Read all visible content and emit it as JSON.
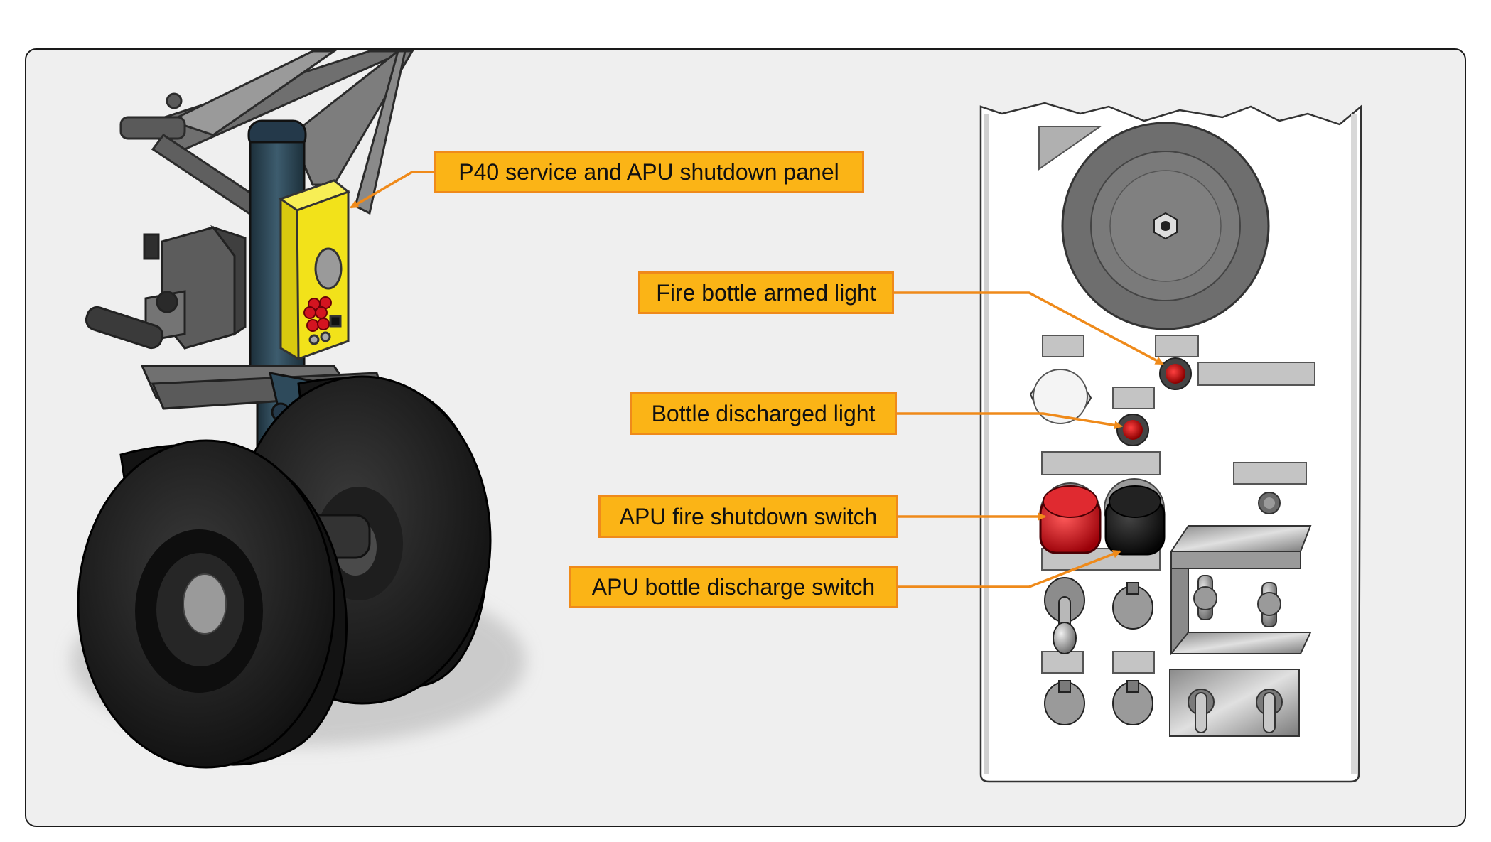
{
  "callouts": {
    "p40_panel": "P40 service and APU shutdown panel",
    "fire_bottle_armed": "Fire bottle armed light",
    "bottle_discharged": "Bottle discharged light",
    "apu_fire_shutdown": "APU fire shutdown switch",
    "apu_bottle_discharge": "APU bottle discharge switch"
  },
  "colors": {
    "callout_fill": "#fbb416",
    "callout_border": "#ef8a1a",
    "leader_line": "#ef8a1a",
    "strut_blue": "#2f4a5a",
    "panel_yellow": "#f2e21a",
    "indicator_red": "#c8141c",
    "background": "#efefef"
  }
}
